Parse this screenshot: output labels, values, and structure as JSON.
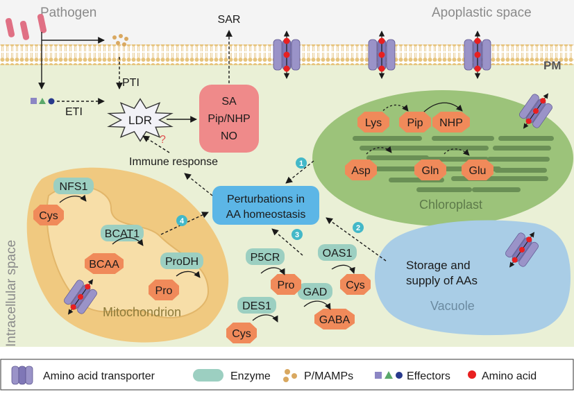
{
  "labels": {
    "pathogen": "Pathogen",
    "apoplastic_space": "Apoplastic space",
    "pm": "PM",
    "intracellular_space": "Intracellular space",
    "sar": "SAR",
    "pti": "PTI",
    "eti": "ETI",
    "ldr": "LDR",
    "question_mark": "?",
    "immune_response": "Immune response",
    "signals": [
      "SA",
      "Pip/NHP",
      "NO"
    ],
    "perturbations": [
      "Perturbations in",
      "AA homeostasis"
    ],
    "chloroplast": "Chloroplast",
    "mitochondrion": "Mitochondrion",
    "vacuole": "Vacuole",
    "vacuole_text": [
      "Storage and",
      "supply of AAs"
    ]
  },
  "step_numbers": [
    "1",
    "2",
    "3",
    "4"
  ],
  "chloroplast_aa": [
    "Lys",
    "Pip",
    "NHP",
    "Asp",
    "Gln",
    "Glu"
  ],
  "mito_items": {
    "enzymes": [
      "NFS1",
      "BCAT1",
      "ProDH"
    ],
    "aas": [
      "Cys",
      "BCAA",
      "Pro"
    ]
  },
  "cytosol_items": {
    "enzymes": [
      "P5CR",
      "DES1",
      "OAS1",
      "GAD"
    ],
    "aas": [
      "Pro",
      "Cys",
      "Cys",
      "GABA"
    ]
  },
  "legend": {
    "transporter": "Amino acid transporter",
    "enzyme": "Enzyme",
    "mamps": "P/MAMPs",
    "effectors": "Effectors",
    "amino_acid": "Amino acid"
  },
  "colors": {
    "cell_bg": "#eaf0d6",
    "membrane_head": "#e8c98a",
    "chloroplast": "#9cc37a",
    "mitochondrion": "#f0c980",
    "vacuole": "#a9cde6",
    "perturbation_box": "#5cb6e6",
    "signal_box": "#ef8a8a",
    "enzyme": "#9ccfc1",
    "aa_octagon": "#f08a5a",
    "amino_acid_dot": "#e82020",
    "transporter": "#9a93c8",
    "step_badge": "#43b8c8"
  }
}
